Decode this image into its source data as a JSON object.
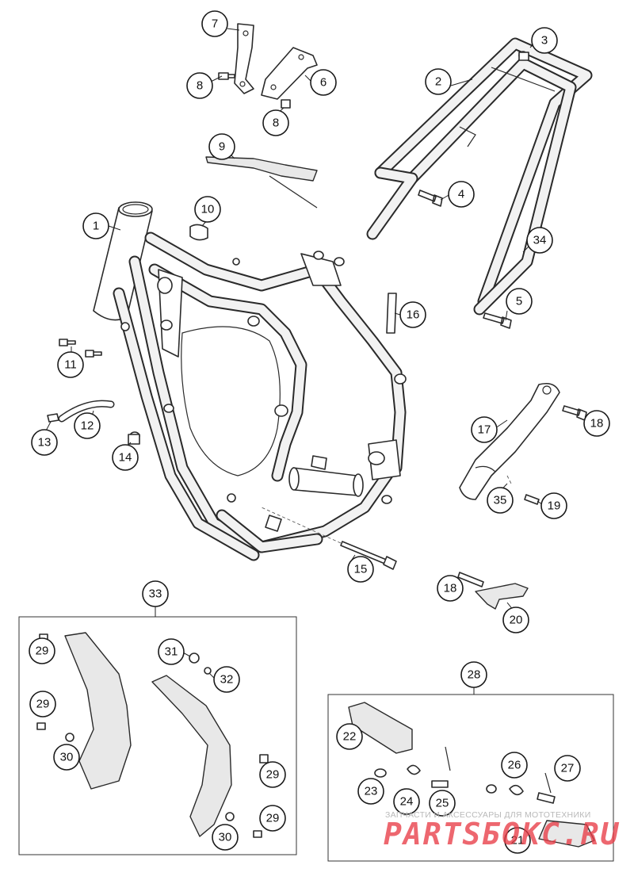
{
  "diagram": {
    "callouts": [
      "1",
      "2",
      "3",
      "4",
      "5",
      "6",
      "7",
      "8",
      "8",
      "9",
      "10",
      "11",
      "12",
      "13",
      "14",
      "15",
      "16",
      "17",
      "18",
      "18",
      "19",
      "20",
      "21",
      "22",
      "23",
      "24",
      "25",
      "26",
      "27",
      "28",
      "29",
      "29",
      "29",
      "29",
      "30",
      "30",
      "31",
      "32",
      "33",
      "34",
      "35"
    ]
  },
  "watermark": {
    "tagline": "ЗАПЧАСТИ И АКСЕССУАРЫ ДЛЯ МОТОТЕХНИКИ",
    "brand": "PARTSБОКС.RU"
  },
  "colors": {
    "ink": "#2a2a2a",
    "watermark": "#e83c46"
  }
}
